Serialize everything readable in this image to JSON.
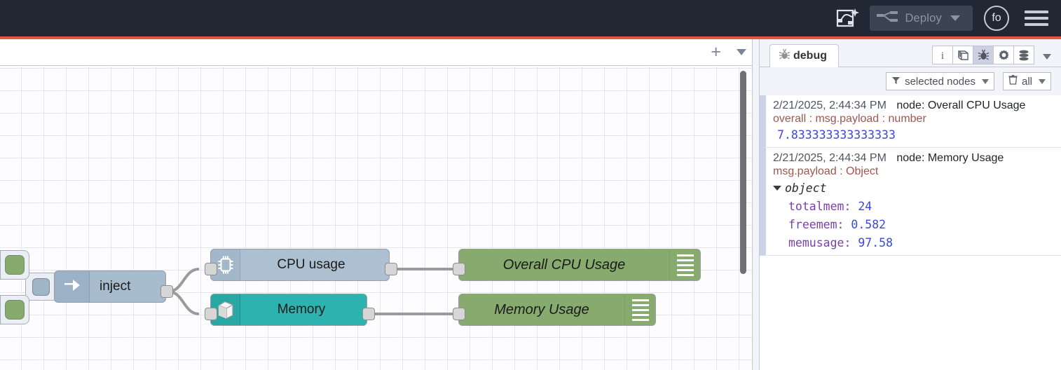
{
  "header": {
    "ai_icon": "flow-sparkle-icon",
    "deploy_label": "Deploy",
    "deploy_icon": "deploy-node-icon",
    "avatar_initials": "fo",
    "menu_icon": "hamburger-icon"
  },
  "workspace": {
    "add_tab_label": "+",
    "tab_menu_icon": "chevron-down-icon"
  },
  "flow": {
    "nodes": [
      {
        "name": "inject",
        "label": "inject",
        "icon": "arrow-right-icon",
        "type": "inject"
      },
      {
        "name": "cpu-usage",
        "label": "CPU usage",
        "icon": "cpu-chip-icon",
        "type": "function"
      },
      {
        "name": "memory",
        "label": "Memory",
        "icon": "memory-box-icon",
        "type": "function"
      },
      {
        "name": "overall-cpu-usage",
        "label": "Overall CPU Usage",
        "icon": "debug-lines-icon",
        "type": "debug"
      },
      {
        "name": "memory-usage",
        "label": "Memory Usage",
        "icon": "debug-lines-icon",
        "type": "debug"
      }
    ],
    "colors": {
      "inject": "#a7bcce",
      "cpu": "#adc0d2",
      "memory": "#2cb3b0",
      "debug": "#87ab6e",
      "wire": "#9b9b9b",
      "grid": "#e4e6f4"
    }
  },
  "sidebar": {
    "tab": {
      "label": "debug",
      "icon": "bug-icon"
    },
    "tools": [
      {
        "name": "information",
        "icon": "info-icon",
        "active": false
      },
      {
        "name": "help",
        "icon": "book-icon",
        "active": false
      },
      {
        "name": "debug",
        "icon": "bug-icon",
        "active": true
      },
      {
        "name": "configuration-nodes",
        "icon": "gear-icon",
        "active": false
      },
      {
        "name": "context-data",
        "icon": "database-icon",
        "active": false
      }
    ],
    "filter": {
      "nodes_label": "selected nodes",
      "nodes_icon": "funnel-icon",
      "clear_label": "all",
      "clear_icon": "trash-icon"
    },
    "messages": [
      {
        "timestamp": "2/21/2025, 2:44:34 PM",
        "node": "node: Overall CPU Usage",
        "topic": "overall : msg.payload : number",
        "kind": "value",
        "value": "7.833333333333333"
      },
      {
        "timestamp": "2/21/2025, 2:44:34 PM",
        "node": "node: Memory Usage",
        "topic": "msg.payload : Object",
        "kind": "object",
        "object_label": "object",
        "properties": [
          {
            "key": "totalmem:",
            "value": "24"
          },
          {
            "key": "freemem:",
            "value": "0.582"
          },
          {
            "key": "memusage:",
            "value": "97.58"
          }
        ]
      }
    ]
  }
}
